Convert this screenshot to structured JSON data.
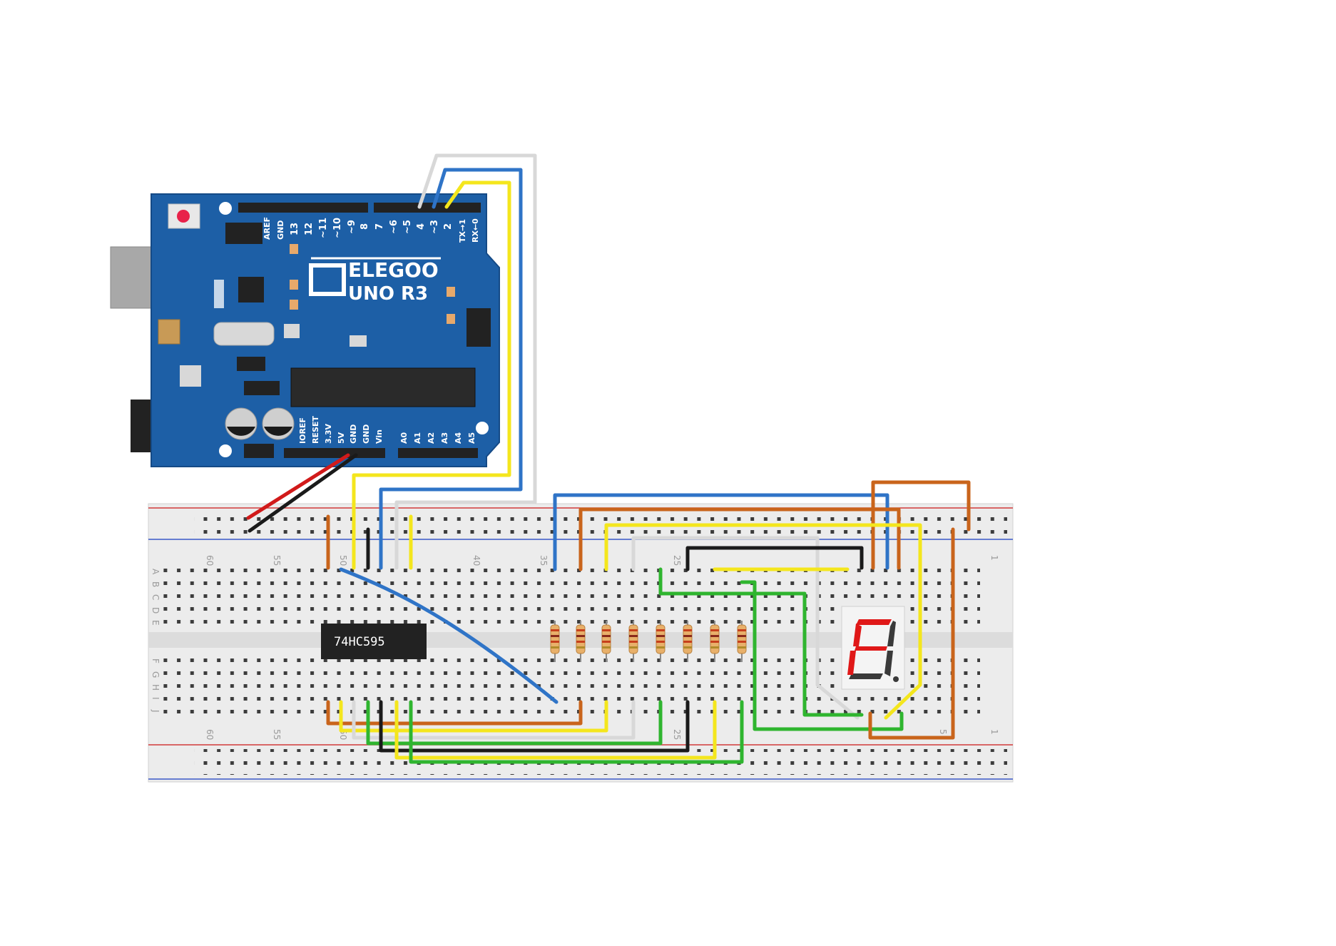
{
  "colors": {
    "board": "#1d5fa6",
    "board_edge": "#154a86",
    "wire_white": "#d8d8d8",
    "wire_blue": "#2f74c7",
    "wire_yellow": "#f4e61d",
    "wire_orange": "#c9641b",
    "wire_green": "#2fb52f",
    "wire_black": "#1a1a1a",
    "wire_red": "#d11a1a",
    "breadboard": "#ececec",
    "rail_red": "#d23a3a",
    "rail_blue": "#3a58c8",
    "segment_on": "#e01818",
    "segment_off": "#3a3a3a"
  },
  "board": {
    "brand": "ELEGOO",
    "model": "UNO R3",
    "top_header_labels": [
      "AREF",
      "GND",
      "13",
      "12",
      "~11",
      "~10",
      "~9",
      "8",
      "7",
      "~6",
      "~5",
      "4",
      "~3",
      "2",
      "TX→1",
      "RX←0"
    ],
    "power_header_labels": [
      "IOREF",
      "RESET",
      "3.3V",
      "5V",
      "GND",
      "GND",
      "Vin"
    ],
    "analog_header_labels": [
      "A0",
      "A1",
      "A2",
      "A3",
      "A4",
      "A5"
    ]
  },
  "breadboard": {
    "column_numbers": [
      "60",
      "55",
      "50",
      "40",
      "35",
      "25",
      "1",
      "60",
      "55",
      "50",
      "25",
      "5",
      "1"
    ],
    "row_letters_top": [
      "A",
      "B",
      "C",
      "D",
      "E"
    ],
    "row_letters_bottom": [
      "F",
      "G",
      "H",
      "I",
      "J"
    ]
  },
  "ic": {
    "label": "74HC595"
  },
  "display": {
    "type": "7-segment"
  },
  "icons": [
    "reset-button-icon",
    "usb-port-icon",
    "power-jack-icon",
    "capacitor-icon",
    "resistor-icon"
  ]
}
